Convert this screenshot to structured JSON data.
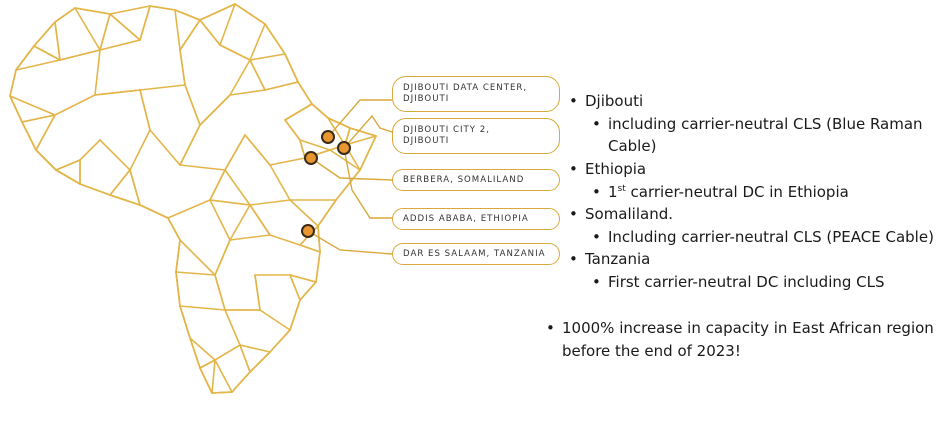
{
  "labels": {
    "djibouti_data_center": [
      "DJIBOUTI DATA CENTER,",
      "DJIBOUTI"
    ],
    "djibouti_city_2": [
      "DJIBOUTI CITY 2,",
      "DJIBOUTI"
    ],
    "berbera": "BERBERA, SOMALILAND",
    "addis_ababa": "ADDIS ABABA, ETHIOPIA",
    "dar_es_salaam": "DAR ES SALAAM, TANZANIA"
  },
  "bullets": {
    "djibouti": "Djibouti",
    "djibouti_sub_1": "including carrier-neutral CLS (Blue Raman",
    "djibouti_sub_2": "Cable)",
    "ethiopia": "Ethiopia",
    "ethiopia_sub_num": "1",
    "ethiopia_sub_sup": "st",
    "ethiopia_sub_rest": " carrier-neutral DC in Ethiopia",
    "somaliland": "Somaliland.",
    "somaliland_sub": "Including carrier-neutral CLS (PEACE Cable)",
    "tanzania": "Tanzania",
    "tanzania_sub": "First carrier-neutral DC including CLS",
    "summary_1": "1000% increase in capacity in East African region",
    "summary_2": "before the end of 2023!",
    "bullet_glyph": "•"
  },
  "colors": {
    "network_line": "#e3b64a",
    "pin_fill": "#e8962f",
    "pin_ring": "#3a2a1a",
    "label_border": "#d9a93c"
  }
}
